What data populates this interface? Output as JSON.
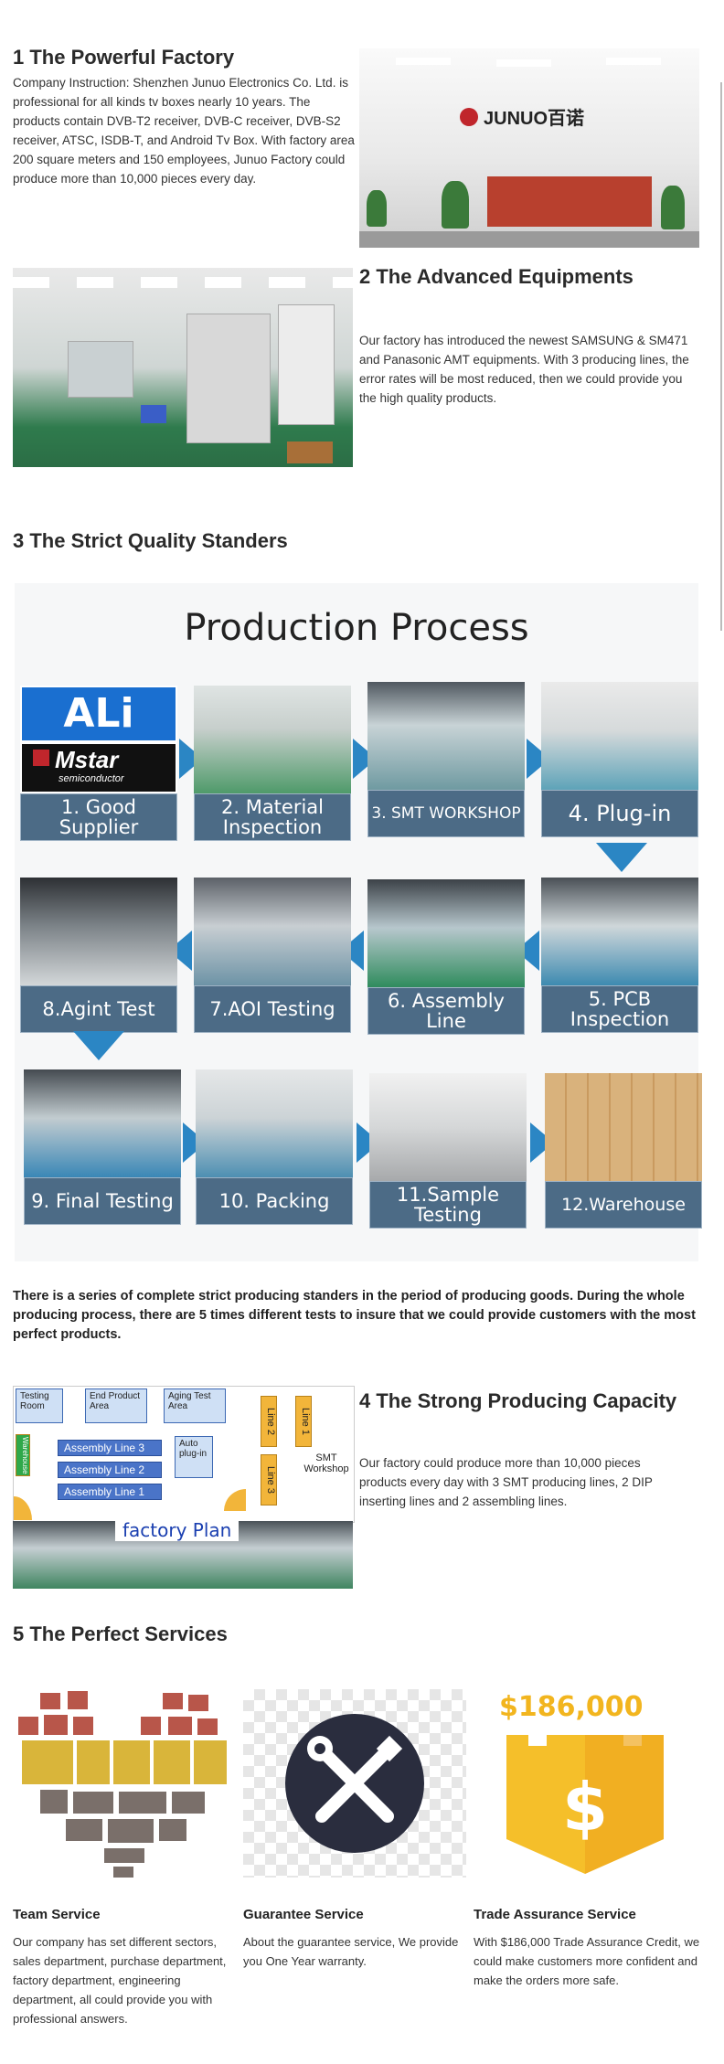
{
  "sections": {
    "s1": {
      "title": "1  The Powerful Factory",
      "text": "Company Instruction: Shenzhen Junuo Electronics Co. Ltd. is professional for all kinds tv boxes nearly 10 years. The products contain DVB-T2 receiver, DVB-C receiver, DVB-S2 receiver, ATSC, ISDB-T, and Android Tv Box. With factory area 200 square meters and 150 employees, Junuo Factory could produce more than 10,000 pieces every day.",
      "logo_text": "JUNUO百诺"
    },
    "s2": {
      "title": "2  The Advanced Equipments",
      "text": "Our factory has introduced the newest SAMSUNG & SM471 and Panasonic AMT equipments. With 3 producing lines, the error rates will be most reduced, then we could provide you the high quality products."
    },
    "s3": {
      "title": "3  The Strict Quality Standers",
      "process_title": "Production Process",
      "ali_logo": "ALi",
      "mstar_logo": "Mstar",
      "mstar_sub": "semiconductor",
      "steps": [
        "1.  Good Supplier",
        "2.  Material Inspection",
        "3.  SMT WORKSHOP",
        "4.   Plug-in",
        "5.   PCB Inspection",
        "6. Assembly Line",
        "7.AOI Testing",
        "8.Agint Test",
        "9.  Final Testing",
        "10. Packing",
        "11.Sample Testing",
        "12.Warehouse"
      ],
      "summary": "There is a series of complete strict producing standers in the period of producing goods. During the whole producing process, there are 5 times different tests to insure that we could provide customers with the most perfect products."
    },
    "s4": {
      "title": "4  The Strong Producing Capacity",
      "text": "Our factory could produce more than 10,000 pieces products every day with 3 SMT producing lines, 2 DIP inserting lines and 2 assembling lines.",
      "plan": {
        "testing_room": "Testing Room",
        "end_product": "End  Product Area",
        "aging_test": "Aging   Test Area",
        "line2": "Line 2",
        "line1": "Line 1",
        "line3": "Line 3",
        "smt_workshop": "SMT Workshop",
        "assembly3": "Assembly Line 3",
        "assembly2": "Assembly Line 2",
        "assembly1": "Assembly Line 1",
        "auto_plugin": "Auto plug-in",
        "warehouse": "Warehouse",
        "caption": "factory Plan"
      }
    },
    "s5": {
      "title": "5 The Perfect Services",
      "trade_amount": "$186,000",
      "services": [
        {
          "title": "Team Service",
          "text": "Our company has set different sectors, sales department, purchase department, factory department, engineering department, all could provide you with professional answers."
        },
        {
          "title": "Guarantee Service",
          "text": "About the guarantee service,  We provide you One Year warranty."
        },
        {
          "title": "Trade Assurance Service",
          "text": "With $186,000 Trade Assurance Credit, we could make customers more confident and make the orders more safe."
        }
      ]
    }
  }
}
